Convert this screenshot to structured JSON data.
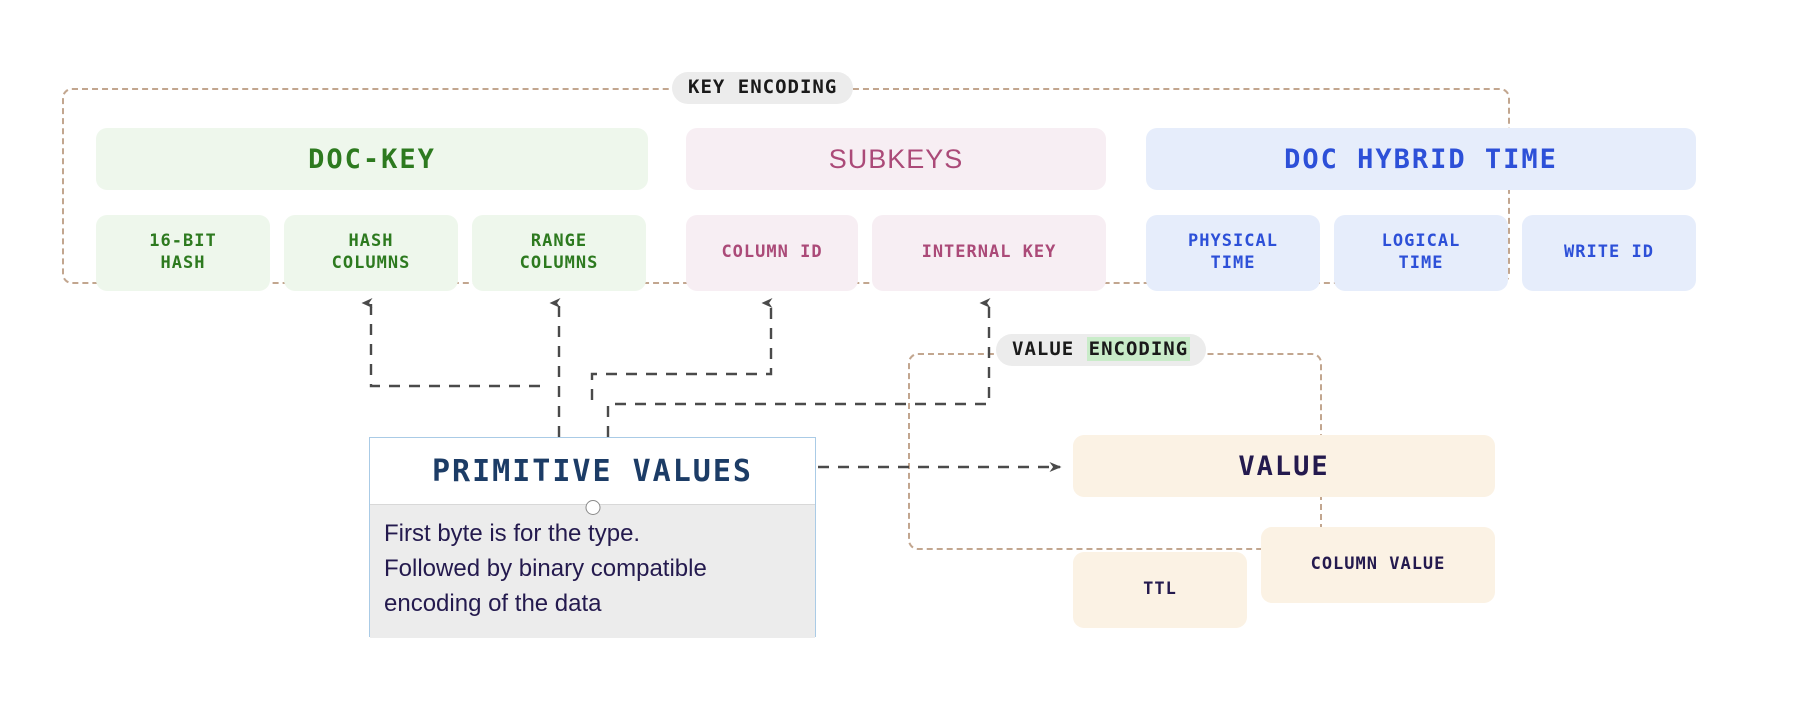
{
  "diagram": {
    "title_visible": false,
    "groups": {
      "key_encoding": {
        "label_prefix": "KEY ",
        "label_suffix": "ENCODING",
        "label_full": "KEY ENCODING"
      },
      "value_encoding": {
        "label_prefix": "VALUE ",
        "label_suffix": "ENCODING",
        "label_full": "VALUE ENCODING"
      }
    },
    "sections": {
      "doc_key": {
        "heading": "DOC-KEY",
        "color": "#2d7a1f",
        "bg": "#eef7ec",
        "items": [
          {
            "label": "16-BIT\nHASH",
            "line1": "16-BIT",
            "line2": "HASH"
          },
          {
            "label": "HASH\nCOLUMNS",
            "line1": "HASH",
            "line2": "COLUMNS"
          },
          {
            "label": "RANGE\nCOLUMNS",
            "line1": "RANGE",
            "line2": "COLUMNS"
          }
        ]
      },
      "subkeys": {
        "heading": "SUBKEYS",
        "color": "#ab4a78",
        "bg": "#f7eef3",
        "items": [
          {
            "label": "COLUMN ID"
          },
          {
            "label": "INTERNAL KEY"
          }
        ]
      },
      "doc_hybrid_time": {
        "heading": "DOC HYBRID TIME",
        "color": "#2d50d8",
        "bg": "#e6edfb",
        "items": [
          {
            "label": "PHYSICAL\nTIME",
            "line1": "PHYSICAL",
            "line2": "TIME"
          },
          {
            "label": "LOGICAL\nTIME",
            "line1": "LOGICAL",
            "line2": "TIME"
          },
          {
            "label": "WRITE ID",
            "line1": "WRITE ID",
            "line2": ""
          }
        ]
      },
      "value": {
        "heading": "VALUE",
        "color": "#241a4e",
        "bg": "#fbf2e4",
        "items": [
          {
            "label": "TTL"
          },
          {
            "label": "COLUMN VALUE"
          }
        ]
      }
    },
    "primitive_values": {
      "title": "PRIMITIVE VALUES",
      "body_lines": [
        "First byte is for the type.",
        "Followed by binary compatible",
        "encoding of the data"
      ],
      "border_color": "#aacbe6",
      "title_color": "#1c3c66",
      "body_bg": "#ececec"
    },
    "connector_color": "#4a4a4a",
    "group_border_color": "#c2a68f",
    "highlight_color": "#c9ecc9"
  }
}
